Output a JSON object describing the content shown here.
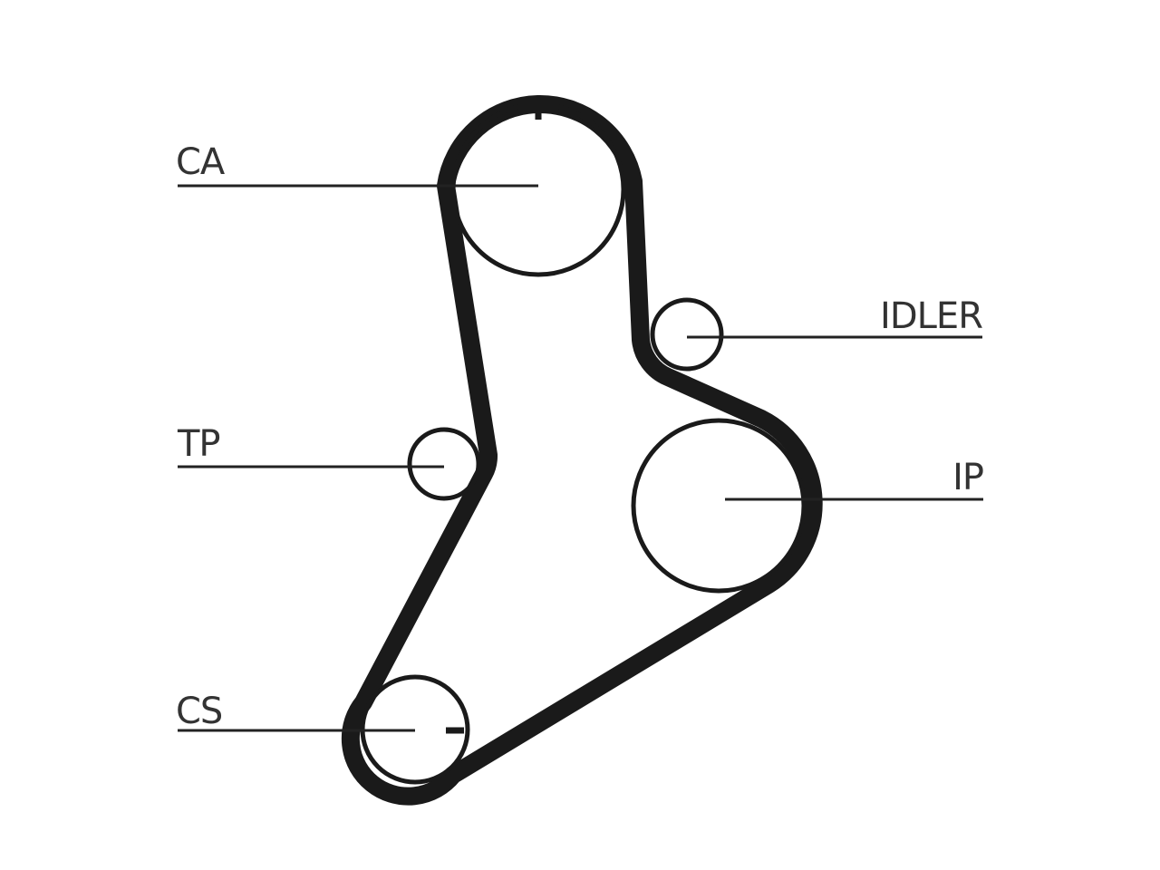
{
  "labels": {
    "ca": "CA",
    "idler": "IDLER",
    "tp": "TP",
    "ip": "IP",
    "cs": "CS"
  },
  "colors": {
    "line": "#1a1a1a",
    "text": "#333333",
    "background": "#ffffff"
  }
}
